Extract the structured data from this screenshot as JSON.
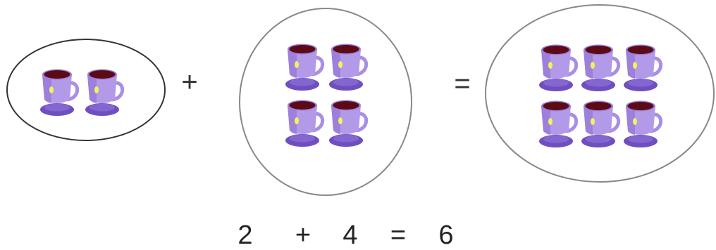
{
  "figure": {
    "groups": [
      {
        "count": 2,
        "outline_color": "#333333"
      },
      {
        "count": 4,
        "outline_color": "#888888"
      },
      {
        "count": 6,
        "outline_color": "#888888"
      }
    ],
    "operators": {
      "plus": "+",
      "equals": "="
    },
    "equation": {
      "left": "2",
      "plus": "+",
      "right": "4",
      "equals": "=",
      "result": "6"
    },
    "colors": {
      "cup_body": "#b39ae8",
      "cup_body_shade": "#9d80dc",
      "cup_rim": "#9a7fd8",
      "coffee": "#5c0a16",
      "saucer": "#6f4fc0",
      "saucer_top": "#8466d0",
      "highlight": "#f2f25a",
      "text": "#222222"
    },
    "icon": "coffee-cup-icon"
  }
}
